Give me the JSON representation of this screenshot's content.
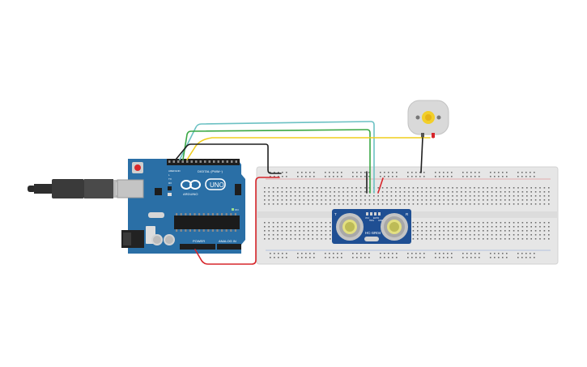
{
  "arduino": {
    "brand": "ARDUINO",
    "model": "UNO",
    "digital_header": "DIGITAL (PWM~)",
    "power_header": "POWER",
    "analog_header": "ANALOG IN",
    "pin_aref": "AREF",
    "pin_gnd": "GND",
    "pin_tx": "TX",
    "pin_rx": "RX",
    "pin_on": "ON",
    "pin_l": "L"
  },
  "sensor": {
    "model": "HC-SR04",
    "pins": [
      "VCC",
      "TRIG",
      "ECHO",
      "GND"
    ],
    "label_t": "T",
    "label_r": "R"
  },
  "colors": {
    "board": "#2a6fa6",
    "breadboard": "#e6e6e6",
    "wire_black": "#1f1f1f",
    "wire_red": "#d7262b",
    "wire_green": "#3aa845",
    "wire_cyan": "#6cc1c3",
    "wire_yellow": "#f0cd1d",
    "motor": "#d9d9d9"
  }
}
